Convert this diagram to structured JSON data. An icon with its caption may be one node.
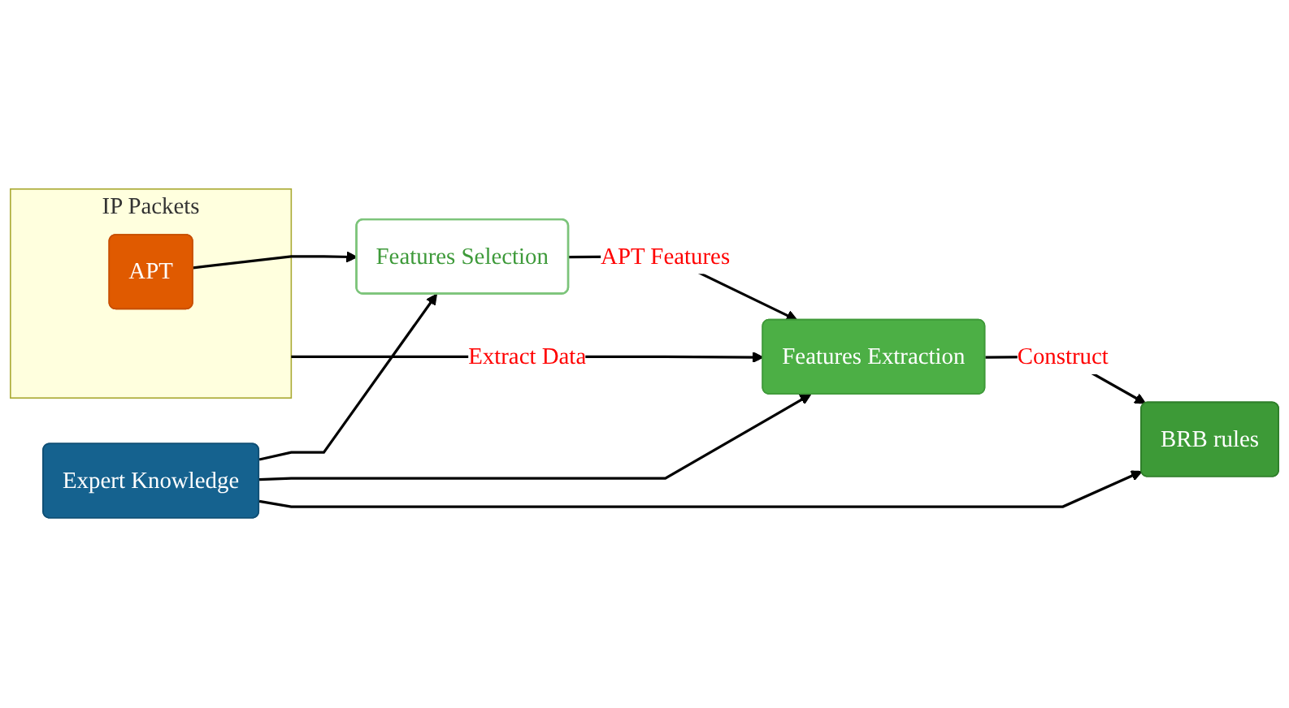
{
  "diagram": {
    "nodes": [
      {
        "text": [
          "Features Selection"
        ]
      },
      {
        "text": [
          "IP Packets"
        ]
      },
      {
        "text": [
          "APT"
        ],
        "in": 1
      },
      {
        "text": [
          "Expert Knowledge"
        ]
      },
      {
        "text": [
          "Features Extraction"
        ]
      },
      {
        "text": [
          "BRB rules"
        ]
      }
    ],
    "edges": [
      {
        "from": 2,
        "to": 0,
        "arrow": "to"
      },
      {
        "from": 3,
        "to": 0,
        "arrow": "to"
      },
      {
        "from": 0,
        "to": 4,
        "arrow": "to",
        "label": "APT Features"
      },
      {
        "from": 3,
        "to": 4,
        "arrow": "to"
      },
      {
        "from": 1,
        "to": 4,
        "arrow": "to",
        "label": "Extract Data"
      },
      {
        "from": 4,
        "to": 5,
        "arrow": "to",
        "label": "Construct"
      },
      {
        "from": 3,
        "to": 5,
        "arrow": "to"
      }
    ]
  }
}
